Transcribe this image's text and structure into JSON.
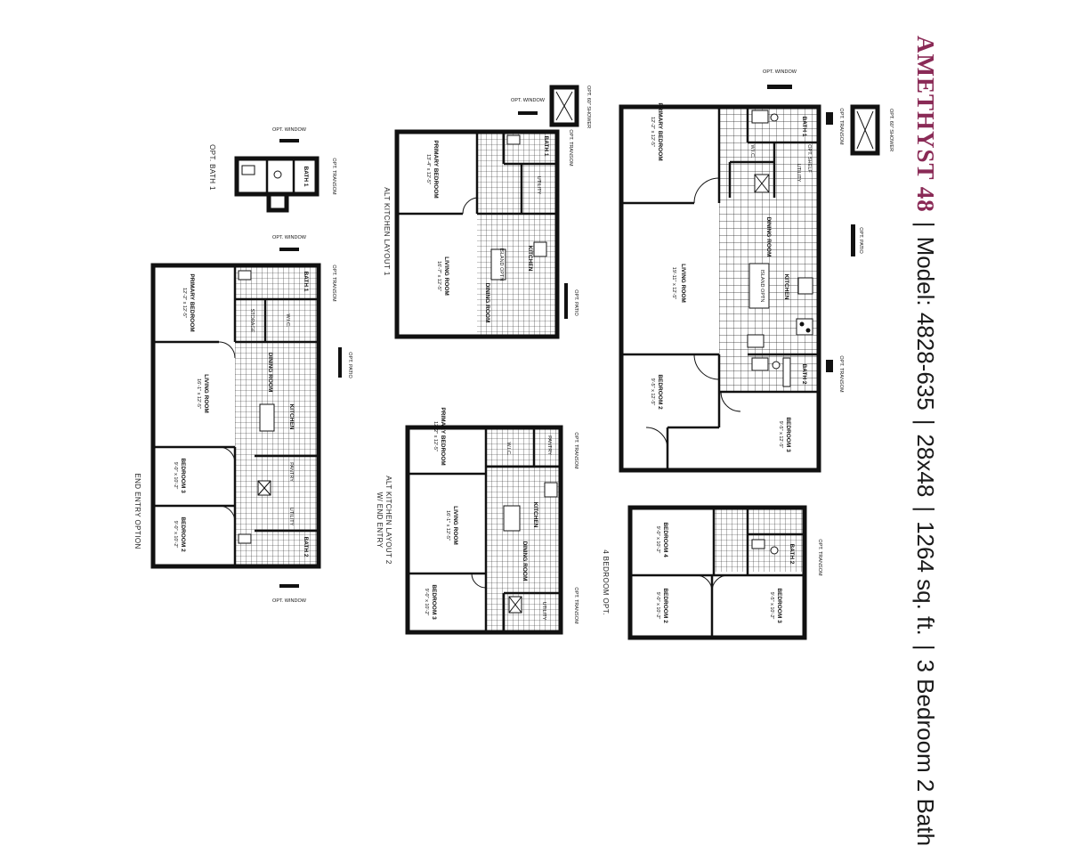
{
  "title": {
    "brand": "AMETHYST 48",
    "separator": "|",
    "model": "Model: 4828-635",
    "size": "28x48",
    "area": "1264 sq. ft.",
    "beds_baths": "3 Bedroom 2 Bath"
  },
  "colors": {
    "brand": "#8a2a56",
    "ink": "#111111"
  },
  "main_plan": {
    "rooms": {
      "primary": "PRIMARY BEDROOM",
      "primary_dim": "12'-2\" x 12'-5\"",
      "living": "LIVING ROOM",
      "living_dim": "19'-11\" x 12'-5\"",
      "dining": "DINING ROOM",
      "kitchen": "KITCHEN",
      "island": "ISLAND OPTN",
      "bed2": "BEDROOM 2",
      "bed2_dim": "9'-5\" x 12'-5\"",
      "bed3": "BEDROOM 3",
      "bed3_dim": "9'-5\" x 12'-5\"",
      "bath1": "BATH 1",
      "bath2": "BATH 2",
      "utility": "UTILITY",
      "opt_shelf": "OPT. SHELF",
      "wic": "W.I.C."
    },
    "labels": {
      "opt_window": "OPT. WINDOW",
      "opt_shower": "OPT. 60\" SHOWER",
      "opt_patio": "OPT. PATIO",
      "opt_transom": "OPT. TRANSOM"
    }
  },
  "alt1": {
    "caption": "ALT KITCHEN LAYOUT 1",
    "primary": "PRIMARY BEDROOM",
    "primary_dim": "13'-4\" x 12'-5\"",
    "living": "LIVING ROOM",
    "living_dim": "16'-7\" x 12'-5\"",
    "dining": "DINING ROOM",
    "kitchen": "KITCHEN",
    "island": "ISLAND OPTN",
    "bath1": "BATH 1",
    "utility": "UTILITY",
    "opt_window": "OPT. WINDOW",
    "opt_shower": "OPT. 60\" SHOWER",
    "opt_patio": "OPT. PATIO",
    "opt_transom": "OPT. TRANSOM"
  },
  "alt2": {
    "caption_line1": "ALT KITCHEN LAYOUT 2",
    "caption_line2": "W/ END ENTRY",
    "primary": "PRIMARY BEDROOM",
    "primary_dim": "12'-2\" x 12'-5\"",
    "living": "LIVING ROOM",
    "living_dim": "16'-1\" x 12'-5\"",
    "dining": "DINING ROOM",
    "kitchen": "KITCHEN",
    "bed3": "BEDROOM 3",
    "bed3_dim": "9'-0\" x 10'-2\"",
    "pantry": "PANTRY",
    "wic": "W.I.C.",
    "utility": "UTILITY",
    "opt_transom": "OPT. TRANSOM"
  },
  "end_entry": {
    "caption": "END ENTRY OPTION",
    "primary": "PRIMARY BEDROOM",
    "primary_dim": "12'-2\" x 12'-5\"",
    "living": "LIVING ROOM",
    "living_dim": "16'-1\" x 12'-5\"",
    "dining": "DINING ROOM",
    "kitchen": "KITCHEN",
    "bed3": "BEDROOM 3",
    "bed3_dim": "9'-0\" x 10'-2\"",
    "bed2": "BEDROOM 2",
    "bed2_dim": "9'-0\" x 10'-2\"",
    "bath1": "BATH 1",
    "bath2": "BATH 2",
    "storage": "STORAGE",
    "wic": "W.I.C.",
    "pantry": "PANTRY",
    "utility": "UTILITY",
    "opt_window": "OPT. WINDOW",
    "opt_patio": "OPT. PATIO",
    "opt_transom": "OPT. TRANSOM"
  },
  "opt_bath": {
    "caption": "OPT. BATH 1",
    "bath1": "BATH 1",
    "opt_window": "OPT. WINDOW",
    "opt_transom": "OPT. TRANSOM"
  },
  "four_bed": {
    "caption": "4 BEDROOM OPT.",
    "bed4": "BEDROOM 4",
    "bed4_dim": "9'-0\" x 10'-2\"",
    "bed2": "BEDROOM 2",
    "bed2_dim": "9'-0\" x 10'-2\"",
    "bed3": "BEDROOM 3",
    "bed3_dim": "9'-5\" x 10'-2\"",
    "bath2": "BATH 2",
    "opt_transom": "OPT. TRANSOM"
  }
}
